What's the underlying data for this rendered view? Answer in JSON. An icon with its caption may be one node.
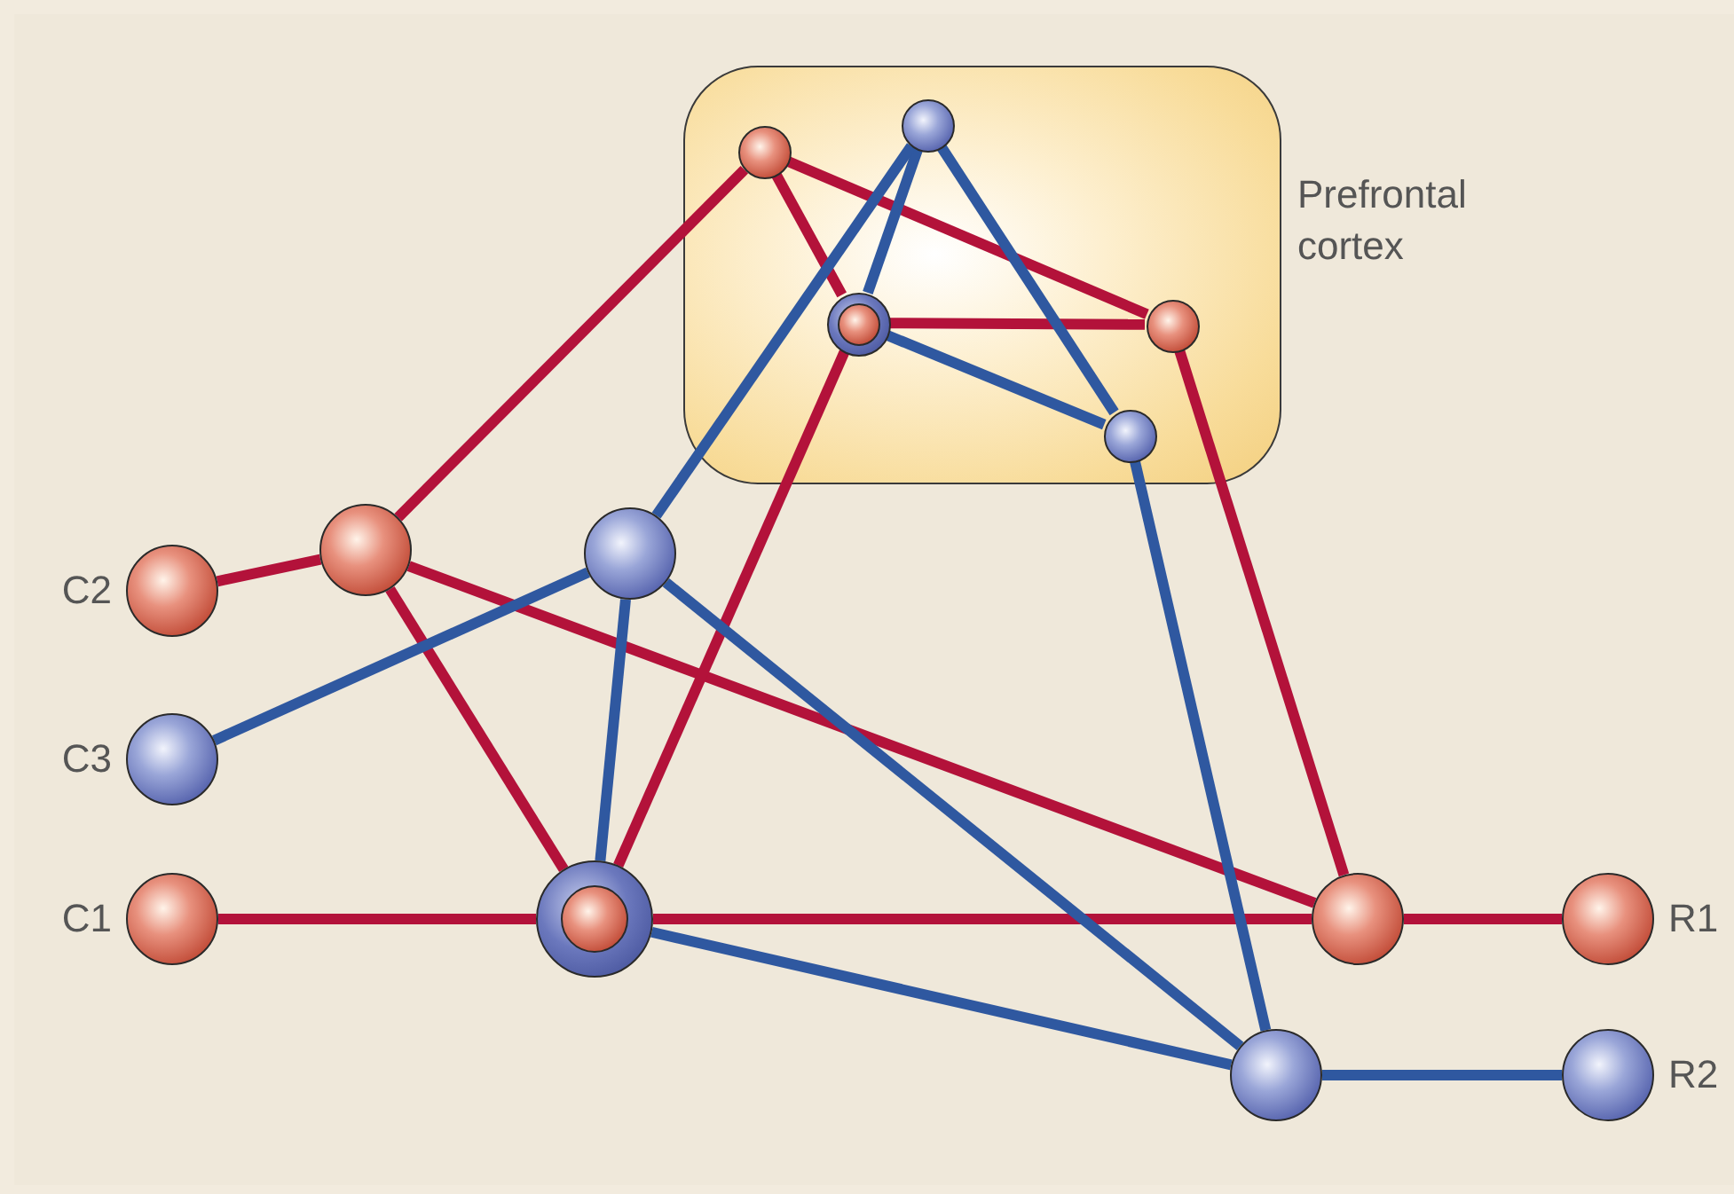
{
  "diagram": {
    "nodes": [
      {
        "text": [
          "Prefrontal cortex"
        ]
      },
      {
        "text": [],
        "shape": "circle",
        "in": 0
      },
      {
        "text": [],
        "shape": "circle",
        "in": 0
      },
      {
        "text": [],
        "shape": "circle",
        "in": 0
      },
      {
        "text": [],
        "shape": "circle",
        "in": 0
      },
      {
        "text": [],
        "shape": "circle",
        "in": 0
      },
      {
        "text": [],
        "shape": "circle",
        "beside": [
          "C2"
        ]
      },
      {
        "text": [],
        "shape": "circle"
      },
      {
        "text": [],
        "shape": "circle"
      },
      {
        "text": [],
        "shape": "circle",
        "beside": [
          "C3"
        ]
      },
      {
        "text": [],
        "shape": "circle",
        "beside": [
          "C1"
        ]
      },
      {
        "text": [],
        "shape": "circle"
      },
      {
        "text": [],
        "shape": "circle"
      },
      {
        "text": [],
        "shape": "circle",
        "beside": [
          "R1"
        ]
      },
      {
        "text": [],
        "shape": "circle"
      },
      {
        "text": [],
        "shape": "circle",
        "beside": [
          "R2"
        ]
      }
    ],
    "edges": [
      {
        "from": 6,
        "to": 7,
        "arrow": "none"
      },
      {
        "from": 7,
        "to": 1,
        "arrow": "none"
      },
      {
        "from": 7,
        "to": 11,
        "arrow": "none"
      },
      {
        "from": 7,
        "to": 12,
        "arrow": "none"
      },
      {
        "from": 1,
        "to": 3,
        "arrow": "none"
      },
      {
        "from": 1,
        "to": 4,
        "arrow": "none"
      },
      {
        "from": 3,
        "to": 4,
        "arrow": "none"
      },
      {
        "from": 3,
        "to": 11,
        "arrow": "none"
      },
      {
        "from": 4,
        "to": 12,
        "arrow": "none"
      },
      {
        "from": 10,
        "to": 11,
        "arrow": "none"
      },
      {
        "from": 11,
        "to": 12,
        "arrow": "none"
      },
      {
        "from": 12,
        "to": 13,
        "arrow": "none"
      },
      {
        "from": 2,
        "to": 3,
        "arrow": "none",
        "color": "#2f58a0"
      },
      {
        "from": 2,
        "to": 8,
        "arrow": "none",
        "color": "#2f58a0"
      },
      {
        "from": 2,
        "to": 5,
        "arrow": "none",
        "color": "#2f58a0"
      },
      {
        "from": 3,
        "to": 5,
        "arrow": "none",
        "color": "#2f58a0"
      },
      {
        "from": 5,
        "to": 14,
        "arrow": "none",
        "color": "#2f58a0"
      },
      {
        "from": 8,
        "to": 9,
        "arrow": "none",
        "color": "#2f58a0"
      },
      {
        "from": 8,
        "to": 11,
        "arrow": "none",
        "color": "#2f58a0"
      },
      {
        "from": 8,
        "to": 14,
        "arrow": "none",
        "color": "#2f58a0"
      },
      {
        "from": 11,
        "to": 14,
        "arrow": "none",
        "color": "#2f58a0"
      },
      {
        "from": 14,
        "to": 15,
        "arrow": "none",
        "color": "#2f58a0"
      }
    ]
  }
}
